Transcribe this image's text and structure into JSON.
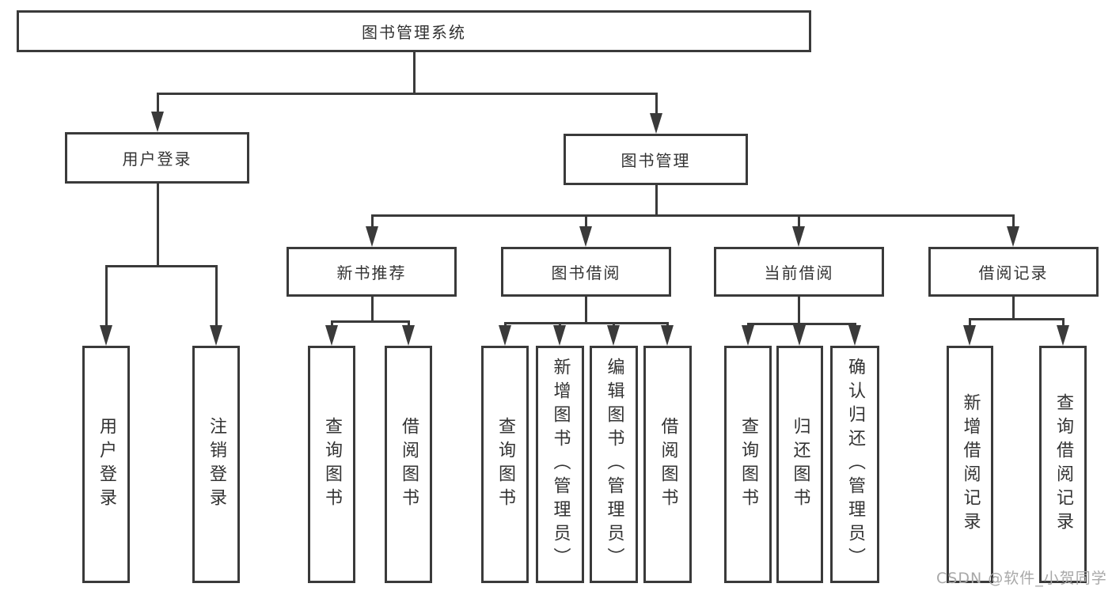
{
  "diagram_title": "图书管理系统",
  "colors": {
    "line": "#3a3a3a",
    "text": "#333333",
    "background": "#ffffff",
    "watermark": "#a8a8a8"
  },
  "nodes": {
    "root": "图书管理系统",
    "level2": [
      "用户登录",
      "图书管理"
    ],
    "level3": [
      "新书推荐",
      "图书借阅",
      "当前借阅",
      "借阅记录"
    ],
    "leaves_user_login": [
      "用户登录",
      "注销登录"
    ],
    "leaves_new_book": [
      "查询图书",
      "借阅图书"
    ],
    "leaves_book_borrow": [
      "查询图书",
      "新增图书（管理员）",
      "编辑图书（管理员）",
      "借阅图书"
    ],
    "leaves_current_borrow": [
      "查询图书",
      "归还图书",
      "确认归还（管理员）"
    ],
    "leaves_borrow_record": [
      "新增借阅记录",
      "查询借阅记录"
    ]
  },
  "watermark": "CSDN @软件_小贺同学"
}
